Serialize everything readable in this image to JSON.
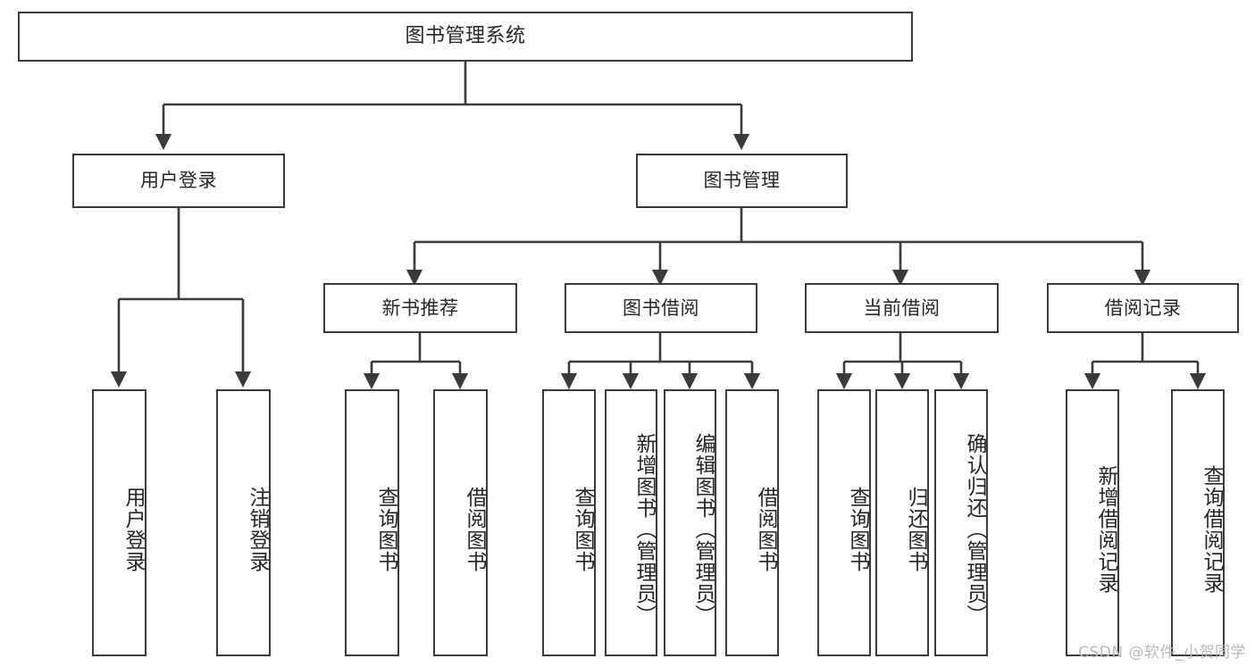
{
  "diagram": {
    "title": "图书管理系统",
    "type": "tree",
    "stroke_color": "#3a3a3a",
    "background_color": "#ffffff",
    "text_color": "#262626"
  },
  "nodes": {
    "root": {
      "label": "图书管理系统"
    },
    "level2": [
      {
        "id": "user-login",
        "label": "用户登录"
      },
      {
        "id": "book-management",
        "label": "图书管理"
      }
    ],
    "level3": [
      {
        "id": "new-book-recommend",
        "label": "新书推荐"
      },
      {
        "id": "book-borrow",
        "label": "图书借阅"
      },
      {
        "id": "current-borrow",
        "label": "当前借阅"
      },
      {
        "id": "borrow-record",
        "label": "借阅记录"
      }
    ],
    "leaves": {
      "user_login": [
        {
          "id": "leaf-user-login",
          "label": "用户登录"
        },
        {
          "id": "leaf-logout-login",
          "label": "注销登录"
        }
      ],
      "new_book_recommend": [
        {
          "id": "leaf-query-book-1",
          "label": "查询图书"
        },
        {
          "id": "leaf-borrow-book-1",
          "label": "借阅图书"
        }
      ],
      "book_borrow": [
        {
          "id": "leaf-query-book-2",
          "label": "查询图书"
        },
        {
          "id": "leaf-add-book",
          "label": "新增图书（管理员）"
        },
        {
          "id": "leaf-edit-book",
          "label": "编辑图书（管理员）"
        },
        {
          "id": "leaf-borrow-book-2",
          "label": "借阅图书"
        }
      ],
      "current_borrow": [
        {
          "id": "leaf-query-book-3",
          "label": "查询图书"
        },
        {
          "id": "leaf-return-book",
          "label": "归还图书"
        },
        {
          "id": "leaf-confirm-return",
          "label": "确认归还（管理员）"
        }
      ],
      "borrow_record": [
        {
          "id": "leaf-add-borrow-record",
          "label": "新增借阅记录"
        },
        {
          "id": "leaf-query-borrow-record",
          "label": "查询借阅记录"
        }
      ]
    }
  },
  "watermark": {
    "text": "CSDN @软件_小贺同学"
  },
  "chart_data": {
    "type": "table",
    "title": "图书管理系统 功能结构图",
    "hierarchy": [
      {
        "label": "图书管理系统",
        "children": [
          {
            "label": "用户登录",
            "children": [
              {
                "label": "用户登录"
              },
              {
                "label": "注销登录"
              }
            ]
          },
          {
            "label": "图书管理",
            "children": [
              {
                "label": "新书推荐",
                "children": [
                  {
                    "label": "查询图书"
                  },
                  {
                    "label": "借阅图书"
                  }
                ]
              },
              {
                "label": "图书借阅",
                "children": [
                  {
                    "label": "查询图书"
                  },
                  {
                    "label": "新增图书（管理员）"
                  },
                  {
                    "label": "编辑图书（管理员）"
                  },
                  {
                    "label": "借阅图书"
                  }
                ]
              },
              {
                "label": "当前借阅",
                "children": [
                  {
                    "label": "查询图书"
                  },
                  {
                    "label": "归还图书"
                  },
                  {
                    "label": "确认归还（管理员）"
                  }
                ]
              },
              {
                "label": "借阅记录",
                "children": [
                  {
                    "label": "新增借阅记录"
                  },
                  {
                    "label": "查询借阅记录"
                  }
                ]
              }
            ]
          }
        ]
      }
    ]
  }
}
